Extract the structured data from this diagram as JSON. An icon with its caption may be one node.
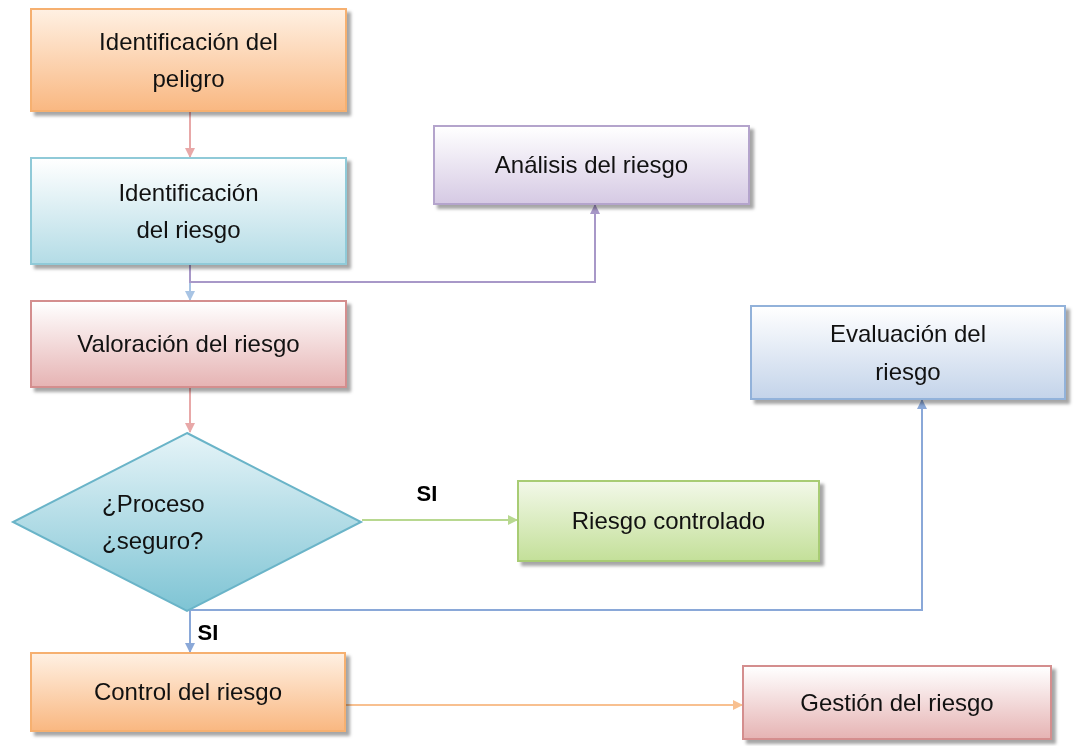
{
  "diagram": {
    "nodes": [
      {
        "text": [
          "Identificación del peligro"
        ]
      },
      {
        "text": [
          "Identificación del riesgo"
        ]
      },
      {
        "text": [
          "Análisis del riesgo"
        ]
      },
      {
        "text": [
          "Valoración del riesgo"
        ]
      },
      {
        "text": [
          "Evaluación del riesgo"
        ]
      },
      {
        "text": [
          "¿Proceso ¿seguro?"
        ]
      },
      {
        "text": [
          "Riesgo controlado"
        ]
      },
      {
        "text": [
          "Control del riesgo"
        ]
      },
      {
        "text": [
          "Gestión del riesgo"
        ]
      }
    ],
    "edges": [
      {
        "from": 0,
        "to": 1,
        "arrow": "to",
        "color": "#e8a8a8"
      },
      {
        "from": 1,
        "to": 3,
        "arrow": "to",
        "color": "#a8c4e4"
      },
      {
        "from": 1,
        "to": 2,
        "arrow": "to",
        "color": "#a898c8"
      },
      {
        "from": 3,
        "to": 5,
        "arrow": "to",
        "color": "#e8a8a8"
      },
      {
        "from": 5,
        "to": 6,
        "arrow": "to",
        "label": "SI",
        "color": "#b8d890"
      },
      {
        "from": 5,
        "to": 7,
        "arrow": "to",
        "label": "SI",
        "color": "#8aa8d8"
      },
      {
        "from": 5,
        "to": 4,
        "arrow": "to",
        "color": "#8aa8d8"
      },
      {
        "from": 7,
        "to": 8,
        "arrow": "to",
        "color": "#f8c090"
      }
    ]
  }
}
